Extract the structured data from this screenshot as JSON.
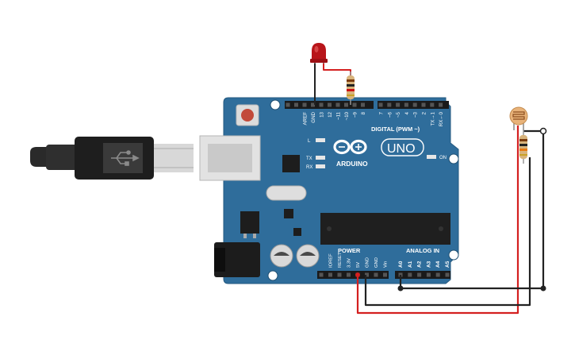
{
  "board": {
    "brand": "ARDUINO",
    "model": "UNO",
    "digital_label": "DIGITAL (PWM ~)",
    "power_label": "POWER",
    "analog_label": "ANALOG IN",
    "on_label": "ON",
    "l_label": "L",
    "tx_label": "TX",
    "rx_label": "RX",
    "top_pins": [
      "AREF",
      "GND",
      "13",
      "12",
      "~11",
      "~10",
      "~9",
      "8",
      "7",
      "~6",
      "~5",
      "4",
      "~3",
      "2",
      "TX→1",
      "RX←0"
    ],
    "power_pins": [
      "IOREF",
      "RESET",
      "3.3V",
      "5V",
      "GND",
      "GND",
      "Vin"
    ],
    "analog_pins": [
      "A0",
      "A1",
      "A2",
      "A3",
      "A4",
      "A5"
    ]
  },
  "components": {
    "led_color": "#c0141a",
    "wire_red": "#d42020",
    "wire_black": "#222222",
    "board_color": "#2f6d9b"
  }
}
